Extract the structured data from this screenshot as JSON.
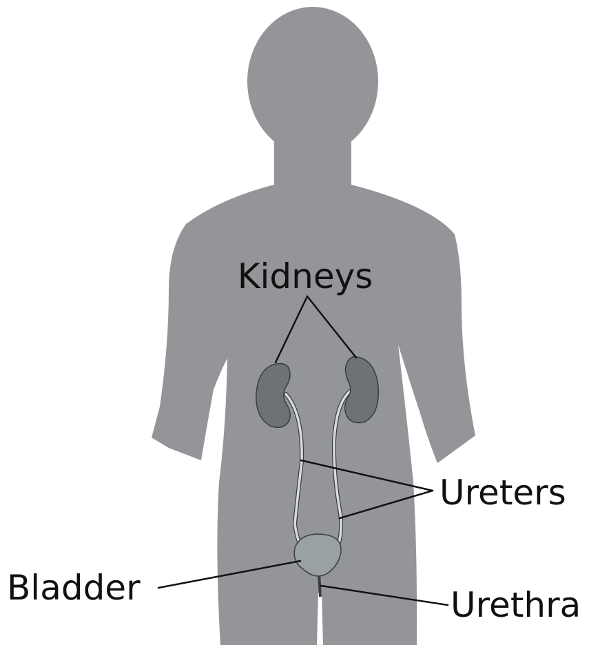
{
  "labels": {
    "kidneys": "Kidneys",
    "ureters": "Ureters",
    "bladder": "Bladder",
    "urethra": "Urethra"
  },
  "colors": {
    "body": "#939598",
    "kidney": "#6d7274",
    "bladder": "#9aa1a4",
    "ureter": "#d9dbdc",
    "organ_outline": "#3a3d3f",
    "text": "#111111",
    "background": "#ffffff"
  }
}
